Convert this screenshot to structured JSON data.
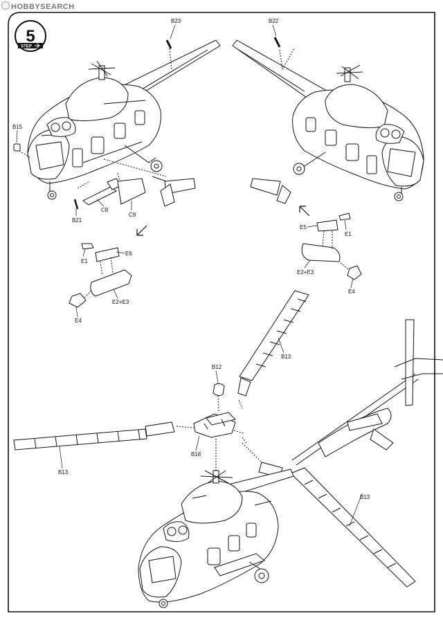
{
  "watermark": {
    "brand": "HOBBY",
    "suffix": "SEARCH"
  },
  "step": {
    "number": "5",
    "word": "STEP"
  },
  "labels": {
    "b23": "B23",
    "b22": "B22",
    "b15": "B15",
    "b21": "B21",
    "c8": "C8",
    "c9": "C9",
    "e1_left": "E1",
    "e6": "E6",
    "e23_left": "E2+E3",
    "e4_left": "E4",
    "e5": "E5",
    "e1_right": "E1",
    "e23_right": "E2+E3",
    "e4_right": "E4",
    "b13_top": "B13",
    "b12": "B12",
    "b18": "B18",
    "b13_left": "B13",
    "b13_right": "B13"
  }
}
